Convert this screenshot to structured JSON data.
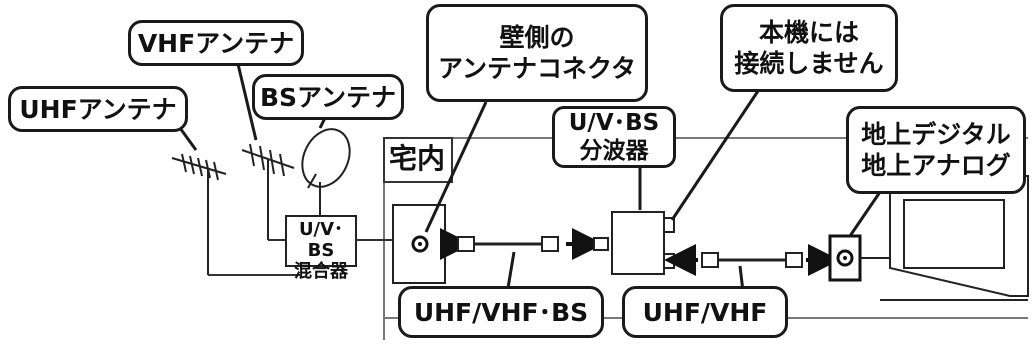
{
  "callouts": {
    "uhf_antenna": "UHFアンテナ",
    "vhf_antenna": "VHFアンテナ",
    "bs_antenna": "BSアンテナ",
    "wall_connector": "壁側の\nアンテナコネクタ",
    "not_connected": "本機には\n接続しません",
    "terrestrial": "地上デジタル\n地上アナログ",
    "cable_uhf_vhf_bs": "UHF/VHF･BS",
    "cable_uhf_vhf": "UHF/VHF"
  },
  "room_label": "宅内",
  "mixer_label": "U/V･BS\n混合器",
  "splitter_label": "U/V･BS\n分波器"
}
